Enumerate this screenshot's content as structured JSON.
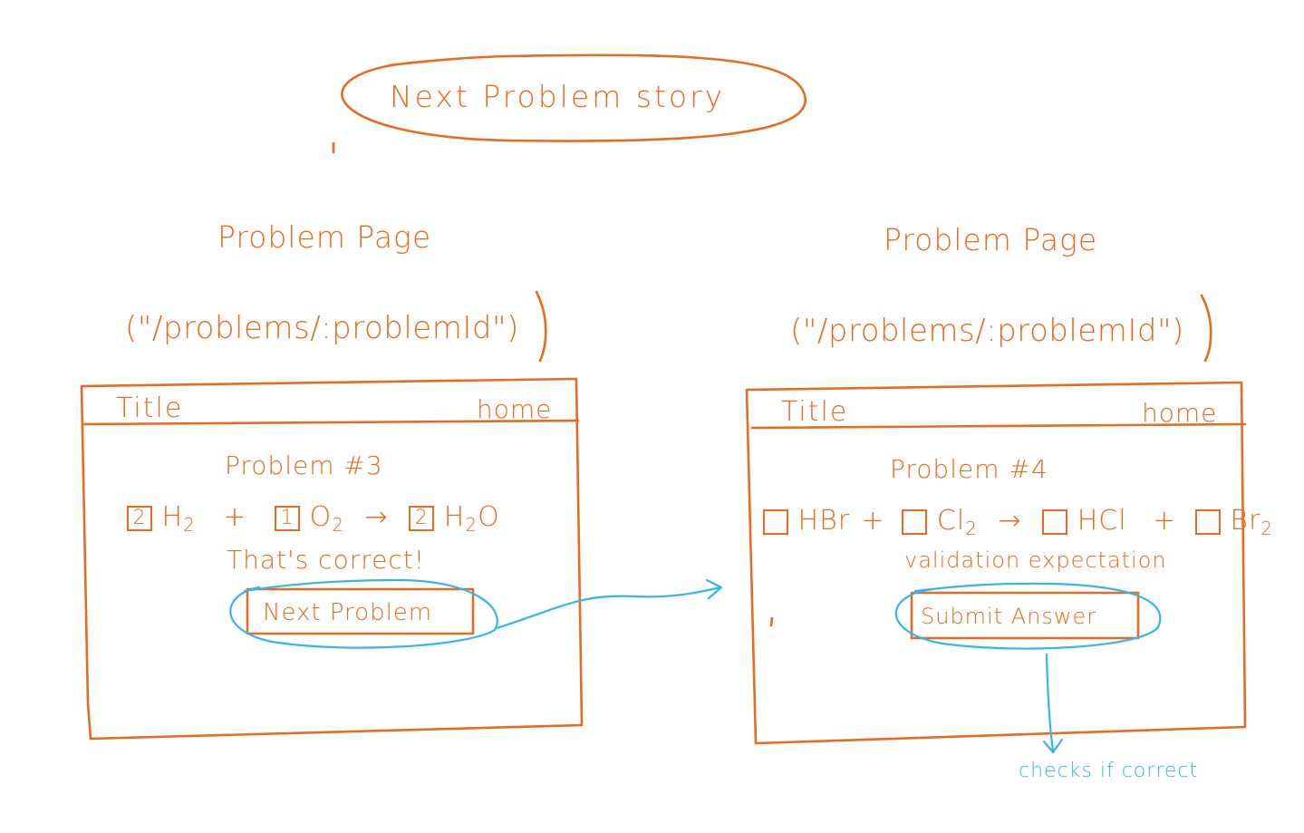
{
  "story_title": "Next Problem story",
  "colors": {
    "ink": "#ea6a1f",
    "highlight": "#35b6ea"
  },
  "left": {
    "page_label": "Problem Page",
    "route": "(\"/problems/:problemId\")",
    "window_title": "Title",
    "home_link": "home",
    "problem_heading": "Problem #3",
    "equation": {
      "c1": "2",
      "t1": "H",
      "s1": "2",
      "plus": "+",
      "c2": "1",
      "t2": "O",
      "s2": "2",
      "arrow": "→",
      "c3": "2",
      "t3": "H",
      "s3": "2",
      "t3b": "O"
    },
    "feedback": "That's correct!",
    "button_label": "Next Problem"
  },
  "right": {
    "page_label": "Problem Page",
    "route": "(\"/problems/:problemId\")",
    "window_title": "Title",
    "home_link": "home",
    "problem_heading": "Problem #4",
    "equation": {
      "t1": "HBr",
      "plus1": "+",
      "t2": "Cl",
      "s2": "2",
      "arrow": "→",
      "t3": "HCl",
      "plus2": "+",
      "t4": "Br",
      "s4": "2"
    },
    "validation_note": "validation expectation",
    "button_label": "Submit Answer",
    "annotation": "checks if correct"
  }
}
